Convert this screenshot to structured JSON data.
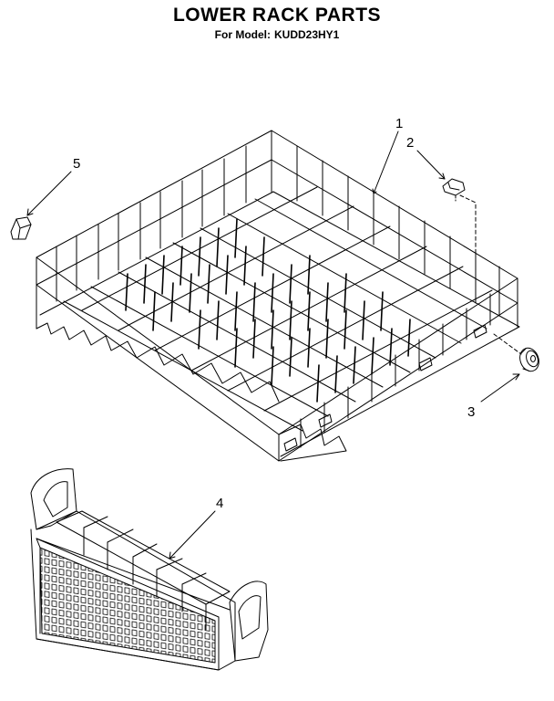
{
  "header": {
    "title": "LOWER RACK PARTS",
    "model_prefix": "For Model:",
    "model_number": "KUDD23HY1"
  },
  "callouts": [
    {
      "id": "1",
      "label": "1"
    },
    {
      "id": "2",
      "label": "2"
    },
    {
      "id": "3",
      "label": "3"
    },
    {
      "id": "4",
      "label": "4"
    },
    {
      "id": "5",
      "label": "5"
    }
  ],
  "colors": {
    "ink": "#000000",
    "paper": "#ffffff"
  }
}
